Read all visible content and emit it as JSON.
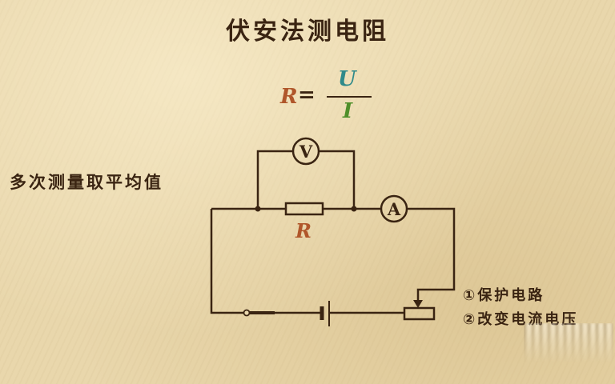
{
  "title": "伏安法测电阻",
  "formula": {
    "lhs": "R",
    "equals": "=",
    "numerator": "U",
    "denominator": "I",
    "colors": {
      "lhs": "#b0562a",
      "numerator": "#2f8a8a",
      "denominator": "#4f8f2a"
    }
  },
  "note": "多次测量取平均值",
  "circuit": {
    "voltmeter_label": "V",
    "ammeter_label": "A",
    "resistor_label": "R",
    "components": [
      "voltmeter-icon",
      "ammeter-icon",
      "resistor-icon",
      "battery-icon",
      "switch-icon",
      "rheostat-icon"
    ]
  },
  "rheostat_functions": [
    "①保护电路",
    "②改变电流电压"
  ],
  "colors": {
    "wire": "#3a2412",
    "background": "#e9d7ac"
  }
}
